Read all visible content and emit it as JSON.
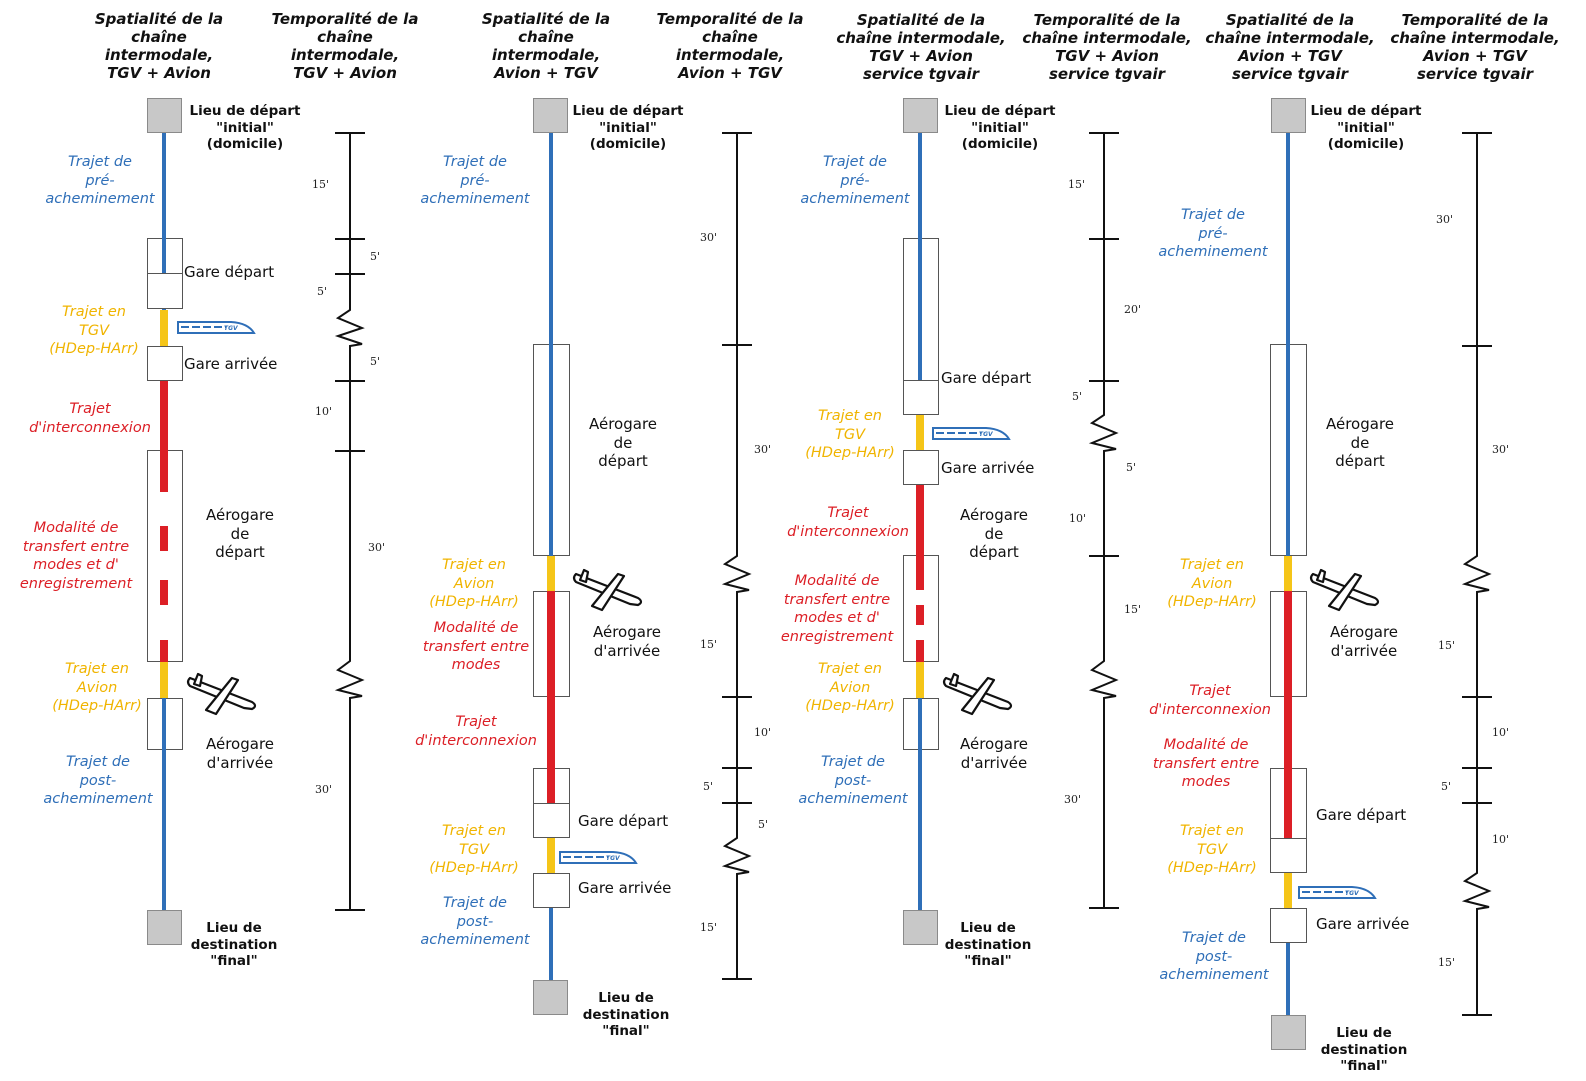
{
  "colors": {
    "approach": "#2f6fb8",
    "main_mode": "#f5c518",
    "interconnection": "#dc1f26",
    "terminal_box": "#555555",
    "endpoint": "#c8c8c8"
  },
  "icons": [
    "tgv-train-icon",
    "airplane-icon"
  ],
  "headers": [
    {
      "spatial": "Spatialité de la\nchaîne\nintermodale,\nTGV + Avion",
      "temporal": "Temporalité de la\nchaîne\nintermodale,\nTGV + Avion"
    },
    {
      "spatial": "Spatialité de la\nchaîne\nintermodale,\nAvion + TGV",
      "temporal": "Temporalité de la\nchaîne\nintermodale,\nAvion + TGV"
    },
    {
      "spatial": "Spatialité de la\nchaîne intermodale,\nTGV + Avion\nservice tgvair",
      "temporal": "Temporalité de la\nchaîne intermodale,\nTGV + Avion\nservice tgvair"
    },
    {
      "spatial": "Spatialité de la\nchaîne intermodale,\nAvion + TGV\nservice tgvair",
      "temporal": "Temporalité de la\nchaîne intermodale,\nAvion + TGV\nservice tgvair"
    }
  ],
  "endpoints": {
    "start": "Lieu de départ\n\"initial\"\n(domicile)",
    "end": "Lieu de\ndestination\n\"final\""
  },
  "scenarios": [
    {
      "id": "tgv-avion",
      "facilities": [
        "Gare départ",
        "Gare arrivée",
        "Aérogare\nde\ndépart",
        "Aérogare\nd'arrivée"
      ],
      "legs": [
        {
          "label": "Trajet de\npré-\nacheminement",
          "kind": "approach"
        },
        {
          "label": "Trajet en\nTGV\n(HDep-HArr)",
          "kind": "main_mode"
        },
        {
          "label": "Trajet\nd'interconnexion",
          "kind": "interconnection"
        },
        {
          "label": "Modalité de\ntransfert entre\nmodes et d'\nenregistrement",
          "kind": "interconnection"
        },
        {
          "label": "Trajet en\nAvion\n(HDep-HArr)",
          "kind": "main_mode"
        },
        {
          "label": "Trajet de\npost-\nacheminement",
          "kind": "approach"
        }
      ],
      "durations": [
        "15'",
        "5'",
        "5'",
        "5'",
        "10'",
        "30'",
        "30'"
      ]
    },
    {
      "id": "avion-tgv",
      "facilities": [
        "Aérogare\nde\ndépart",
        "Aérogare\nd'arrivée",
        "Gare départ",
        "Gare arrivée"
      ],
      "legs": [
        {
          "label": "Trajet de\npré-\nacheminement",
          "kind": "approach"
        },
        {
          "label": "Trajet en\nAvion\n(HDep-HArr)",
          "kind": "main_mode"
        },
        {
          "label": "Modalité de\ntransfert entre\nmodes",
          "kind": "interconnection"
        },
        {
          "label": "Trajet\nd'interconnexion",
          "kind": "interconnection"
        },
        {
          "label": "Trajet en\nTGV\n(HDep-HArr)",
          "kind": "main_mode"
        },
        {
          "label": "Trajet de\npost-\nacheminement",
          "kind": "approach"
        }
      ],
      "durations": [
        "30'",
        "30'",
        "15'",
        "10'",
        "5'",
        "5'",
        "15'"
      ]
    },
    {
      "id": "tgv-avion-tgvair",
      "facilities": [
        "Gare départ",
        "Gare arrivée",
        "Aérogare\nde\ndépart",
        "Aérogare\nd'arrivée"
      ],
      "legs": [
        {
          "label": "Trajet de\npré-\nacheminement",
          "kind": "approach"
        },
        {
          "label": "Trajet en\nTGV\n(HDep-HArr)",
          "kind": "main_mode"
        },
        {
          "label": "Trajet\nd'interconnexion",
          "kind": "interconnection"
        },
        {
          "label": "Modalité de\ntransfert entre\nmodes et d'\nenregistrement",
          "kind": "interconnection"
        },
        {
          "label": "Trajet en\nAvion\n(HDep-HArr)",
          "kind": "main_mode"
        },
        {
          "label": "Trajet de\npost-\nacheminement",
          "kind": "approach"
        }
      ],
      "durations": [
        "15'",
        "20'",
        "5'",
        "5'",
        "10'",
        "15'",
        "30'"
      ]
    },
    {
      "id": "avion-tgv-tgvair",
      "facilities": [
        "Aérogare\nde\ndépart",
        "Aérogare\nd'arrivée",
        "Gare départ",
        "Gare arrivée"
      ],
      "legs": [
        {
          "label": "Trajet de\npré-\nacheminement",
          "kind": "approach"
        },
        {
          "label": "Trajet en\nAvion\n(HDep-HArr)",
          "kind": "main_mode"
        },
        {
          "label": "Trajet\nd'interconnexion",
          "kind": "interconnection"
        },
        {
          "label": "Modalité de\ntransfert entre\nmodes",
          "kind": "interconnection"
        },
        {
          "label": "Trajet en\nTGV\n(HDep-HArr)",
          "kind": "main_mode"
        },
        {
          "label": "Trajet de\npost-\nacheminement",
          "kind": "approach"
        }
      ],
      "durations": [
        "30'",
        "30'",
        "15'",
        "10'",
        "5'",
        "10'",
        "15'"
      ]
    }
  ]
}
